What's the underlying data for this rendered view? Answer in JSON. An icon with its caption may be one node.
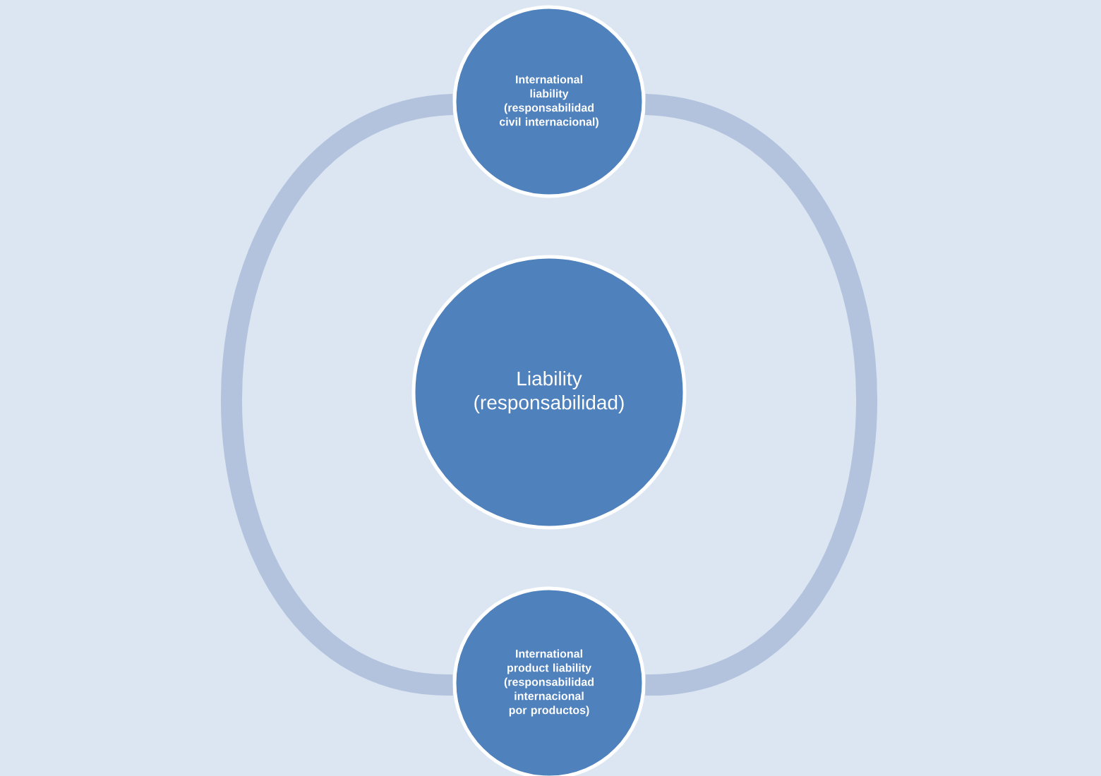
{
  "diagram": {
    "nodes": [
      {
        "text": [
          "Liability (responsabilidad)"
        ]
      },
      {
        "text": [
          "International liability (responsabilidad civil internacional)"
        ]
      },
      {
        "text": [
          "International product liability (responsabilidad internacional por productos)"
        ]
      }
    ],
    "edges": [
      {
        "from": 1,
        "to": 2,
        "arrow": "none"
      },
      {
        "from": 1,
        "to": 2,
        "arrow": "none"
      }
    ]
  }
}
